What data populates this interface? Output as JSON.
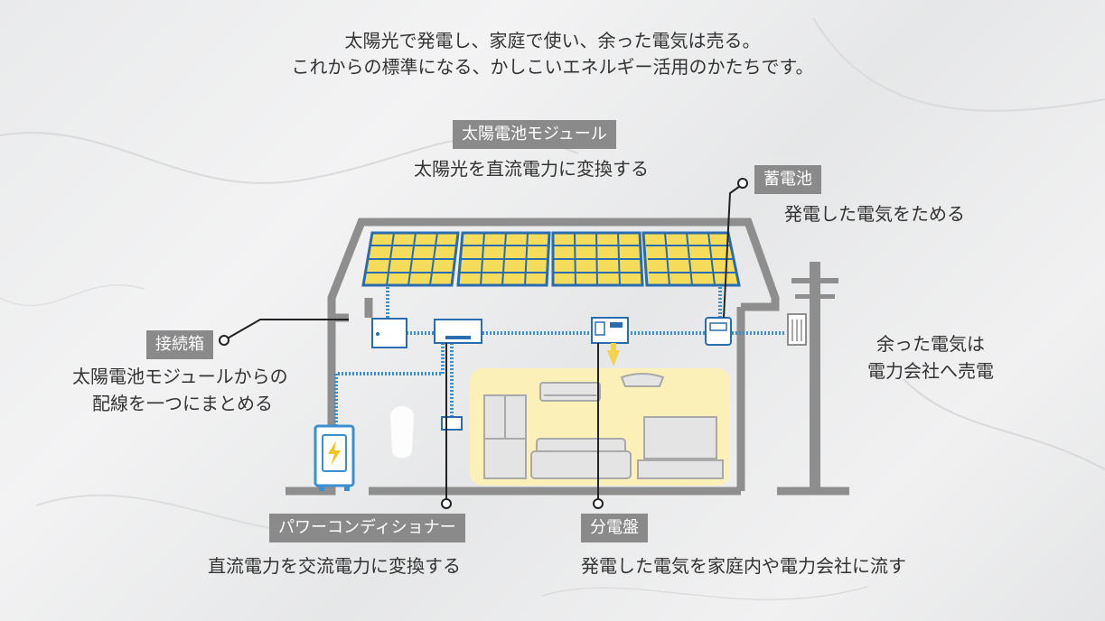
{
  "intro": {
    "line1": "太陽光で発電し、家庭で使い、余った電気は売る。",
    "line2": "これからの標準になる、かしこいエネルギー活用のかたちです。"
  },
  "labels": {
    "solar_module": {
      "tag": "太陽電池モジュール",
      "desc": "太陽光を直流電力に変換する"
    },
    "battery": {
      "tag": "蓄電池",
      "desc": "発電した電気をためる"
    },
    "junction_box": {
      "tag": "接続箱",
      "desc_line1": "太陽電池モジュールからの",
      "desc_line2": "配線を一つにまとめる"
    },
    "power_conditioner": {
      "tag": "パワーコンディショナー",
      "desc": "直流電力を交流電力に変換する"
    },
    "distribution_board": {
      "tag": "分電盤",
      "desc": "発電した電気を家庭内や電力会社に流す"
    },
    "sell": {
      "line1": "余った電気は",
      "line2": "電力会社へ売電"
    }
  },
  "colors": {
    "house": "#8e8e8e",
    "panel_fill": "#f5dc5a",
    "panel_frame": "#2a6cb0",
    "wire": "#3b8fd0",
    "room_glow": "#fbf0b8",
    "tag_bg": "#8a8a8a"
  },
  "icons": [
    "solar-panel-icon",
    "battery-icon",
    "junction-box-icon",
    "power-conditioner-icon",
    "distribution-board-icon",
    "air-conditioner-icon",
    "ceiling-light-icon",
    "refrigerator-icon",
    "sofa-icon",
    "television-icon",
    "utility-pole-icon",
    "electric-meter-icon",
    "charging-battery-icon"
  ]
}
